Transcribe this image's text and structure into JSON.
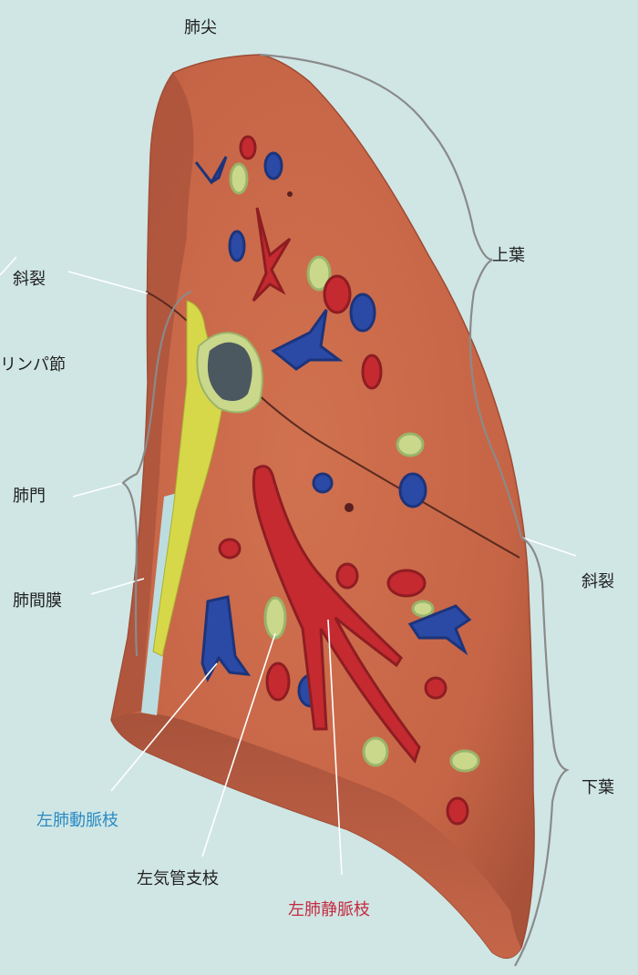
{
  "labels": {
    "apex": "肺尖",
    "upper_lobe": "上葉",
    "oblique_fissure_left": "斜裂",
    "oblique_fissure_right": "斜裂",
    "lymph_node": "リンパ節",
    "hilum": "肺門",
    "mesentery": "肺間膜",
    "lower_lobe": "下葉",
    "artery_branch": "左肺動脈枝",
    "bronchus_branch": "左気管支枝",
    "vein_branch": "左肺静脈枝"
  },
  "colors": {
    "background": "#cfe6e4",
    "lung_tissue": "#c8674a",
    "artery": "#2b4aa6",
    "vein": "#c42a30",
    "bronchus": "#c9d88a",
    "artery_label": "#2a8ac4",
    "vein_label": "#c42a40"
  }
}
